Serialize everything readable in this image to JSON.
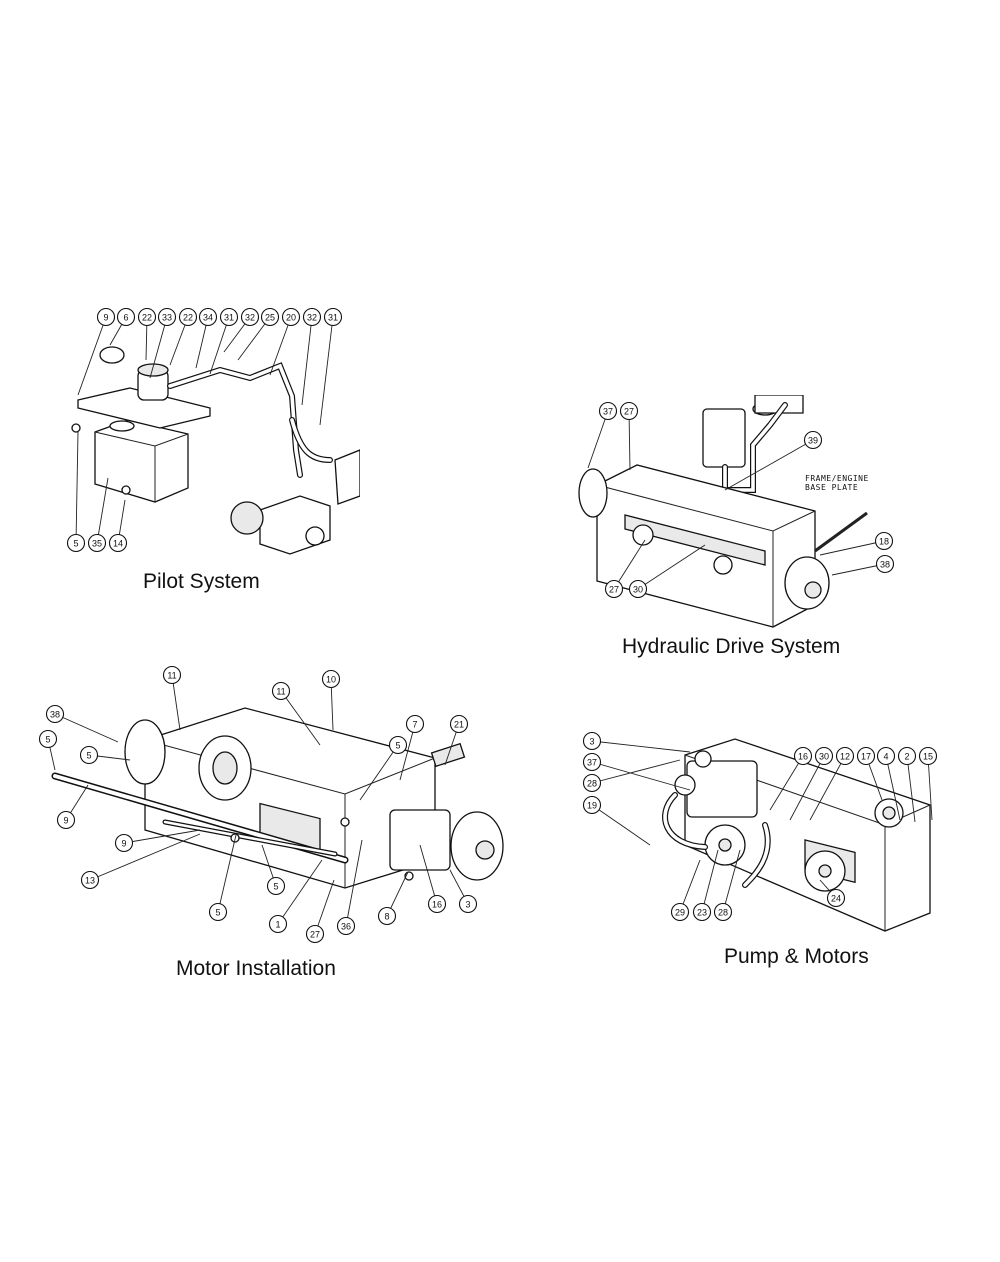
{
  "captions": {
    "pilot": "Pilot System",
    "hydraulic": "Hydraulic Drive System",
    "motor": "Motor Installation",
    "pump": "Pump & Motors"
  },
  "frame_note_lines": [
    "FRAME/ENGINE",
    "BASE PLATE"
  ],
  "balloons": {
    "pilot": [
      "9",
      "6",
      "22",
      "33",
      "22",
      "34",
      "31",
      "32",
      "25",
      "20",
      "32",
      "31",
      "5",
      "35",
      "14"
    ],
    "hydraulic": [
      "37",
      "27",
      "39",
      "18",
      "38",
      "27",
      "30"
    ],
    "motor": [
      "11",
      "10",
      "38",
      "5",
      "5",
      "11",
      "7",
      "21",
      "5",
      "9",
      "9",
      "13",
      "5",
      "5",
      "1",
      "27",
      "36",
      "8",
      "16",
      "3"
    ],
    "pump": [
      "3",
      "37",
      "28",
      "19",
      "16",
      "30",
      "12",
      "17",
      "4",
      "2",
      "15",
      "29",
      "23",
      "28",
      "24"
    ]
  }
}
